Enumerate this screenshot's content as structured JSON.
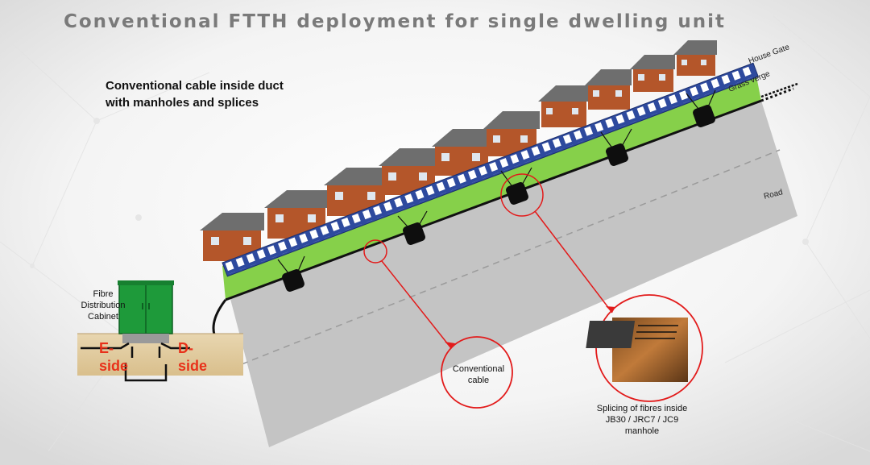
{
  "title": "Conventional FTTH deployment for single dwelling unit",
  "subtitle_lines": [
    "Conventional cable inside duct",
    "with manholes and splices"
  ],
  "labels": {
    "house_gate": "House Gate",
    "grass_verge": "Grass verge",
    "road": "Road",
    "cabinet_lines": [
      "Fibre",
      "Distribution",
      "Cabinet"
    ],
    "e_side_lines": [
      "E-",
      "side"
    ],
    "d_side_lines": [
      "D-",
      "side"
    ],
    "conventional_cable_lines": [
      "Conventional",
      "cable"
    ],
    "splicing_lines": [
      "Splicing of fibres  inside",
      "JB30 / JRC7 / JC9",
      "manhole"
    ]
  },
  "colors": {
    "road": "#c4c4c4",
    "grass": "#86d04a",
    "fence": "#2e4a9e",
    "house_wall": "#b4562a",
    "house_roof": "#6e6e6e",
    "cabinet": "#1e9a3a",
    "cable": "#111111",
    "callout": "#e21b1b",
    "side_text": "#e8311a"
  },
  "counts": {
    "houses": 10,
    "manholes": 5
  }
}
